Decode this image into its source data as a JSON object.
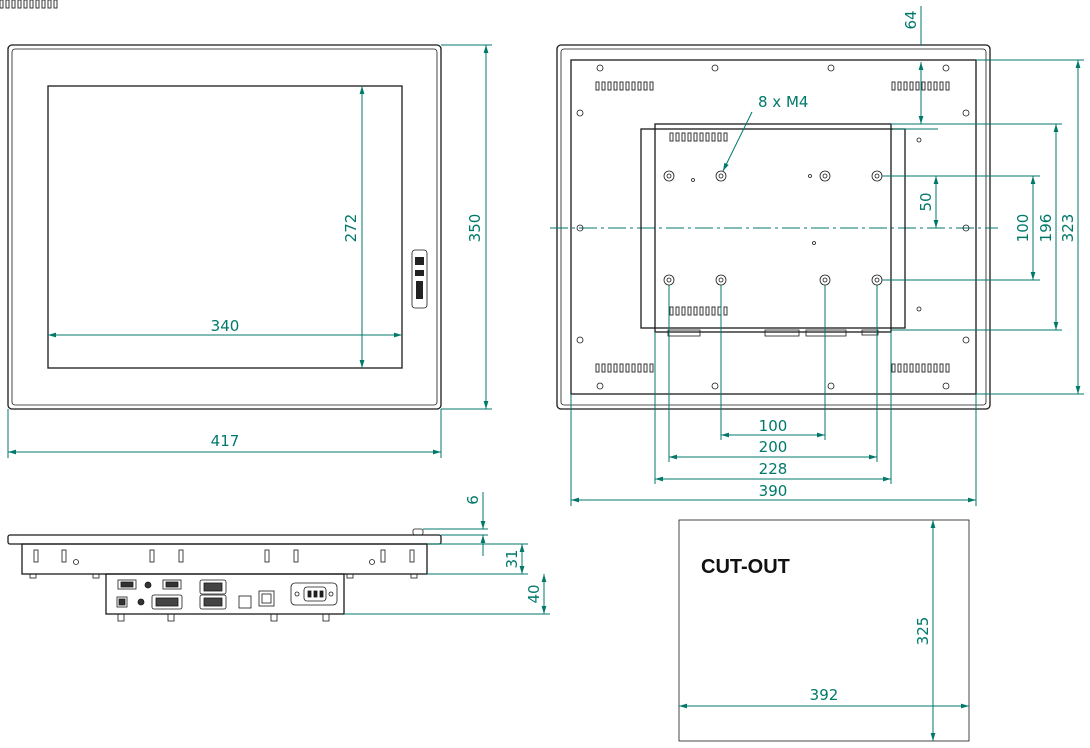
{
  "front_view": {
    "width_dim": "417",
    "height_dim": "350",
    "screen_width_dim": "340",
    "screen_height_dim": "272"
  },
  "side_view": {
    "bezel_dim": "6",
    "depth1_dim": "31",
    "depth2_dim": "40"
  },
  "rear_view": {
    "top_offset_dim": "64",
    "mount_label": "8 x M4",
    "vesa_small_dim": "50",
    "vesa_100_dim": "100",
    "height_196_dim": "196",
    "height_323_dim": "323",
    "h_100_dim": "100",
    "h_200_dim": "200",
    "h_228_dim": "228",
    "h_390_dim": "390"
  },
  "cutout": {
    "title": "CUT-OUT",
    "width_dim": "392",
    "height_dim": "325"
  },
  "colors": {
    "dimension": "#00796b",
    "line": "#1a1a1a"
  }
}
